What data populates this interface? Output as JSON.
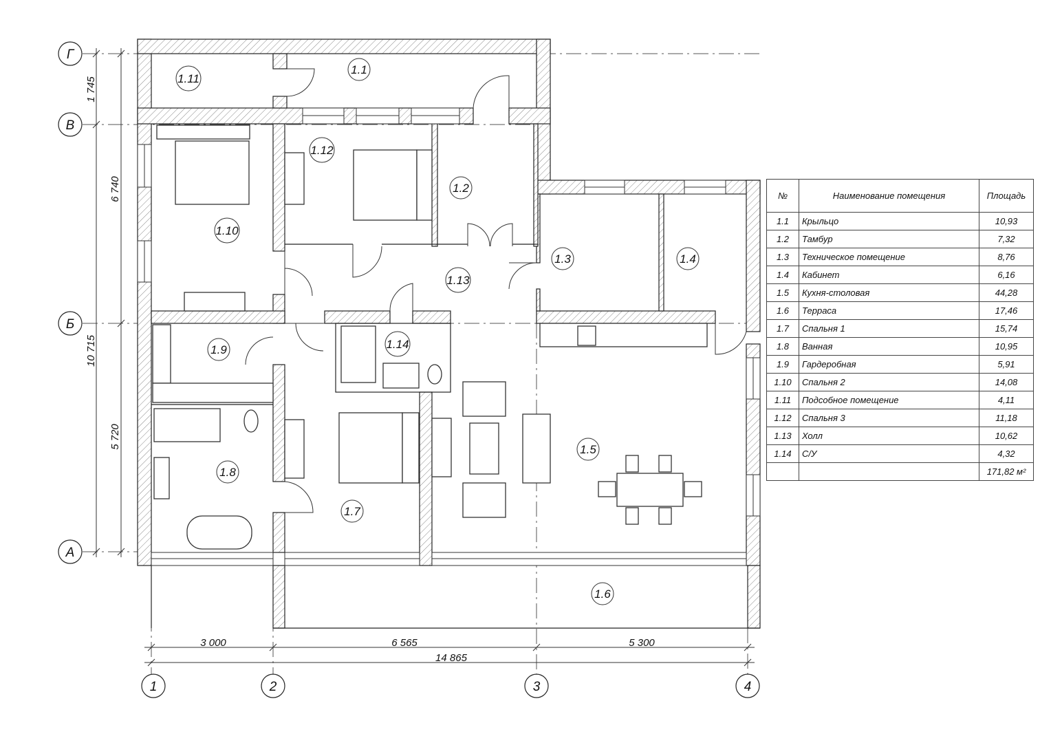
{
  "axes": {
    "rows": [
      "Г",
      "В",
      "Б",
      "А"
    ],
    "cols": [
      "1",
      "2",
      "3",
      "4"
    ]
  },
  "dimensions": {
    "bottom": [
      "3 000",
      "6 565",
      "5 300"
    ],
    "bottom_total": "14 865",
    "left_outer": [
      "1 745",
      "10 715"
    ],
    "left_inner": [
      "6 740",
      "5 720"
    ]
  },
  "rooms": [
    "1.1",
    "1.2",
    "1.3",
    "1.4",
    "1.5",
    "1.6",
    "1.7",
    "1.8",
    "1.9",
    "1.10",
    "1.11",
    "1.12",
    "1.13",
    "1.14"
  ],
  "table": {
    "headers": [
      "№",
      "Наименование помещения",
      "Площадь"
    ],
    "rows": [
      {
        "no": "1.1",
        "name": "Крыльцо",
        "area": "10,93"
      },
      {
        "no": "1.2",
        "name": "Тамбур",
        "area": "7,32"
      },
      {
        "no": "1.3",
        "name": "Техническое помещение",
        "area": "8,76"
      },
      {
        "no": "1.4",
        "name": "Кабинет",
        "area": "6,16"
      },
      {
        "no": "1.5",
        "name": "Кухня-столовая",
        "area": "44,28"
      },
      {
        "no": "1.6",
        "name": "Терраса",
        "area": "17,46"
      },
      {
        "no": "1.7",
        "name": "Спальня 1",
        "area": "15,74"
      },
      {
        "no": "1.8",
        "name": "Ванная",
        "area": "10,95"
      },
      {
        "no": "1.9",
        "name": "Гардеробная",
        "area": "5,91"
      },
      {
        "no": "1.10",
        "name": "Спальня 2",
        "area": "14,08"
      },
      {
        "no": "1.11",
        "name": "Подсобное помещение",
        "area": "4,11"
      },
      {
        "no": "1.12",
        "name": "Спальня 3",
        "area": "11,18"
      },
      {
        "no": "1.13",
        "name": "Холл",
        "area": "10,62"
      },
      {
        "no": "1.14",
        "name": "С/У",
        "area": "4,32"
      }
    ],
    "total": "171,82 м²"
  }
}
